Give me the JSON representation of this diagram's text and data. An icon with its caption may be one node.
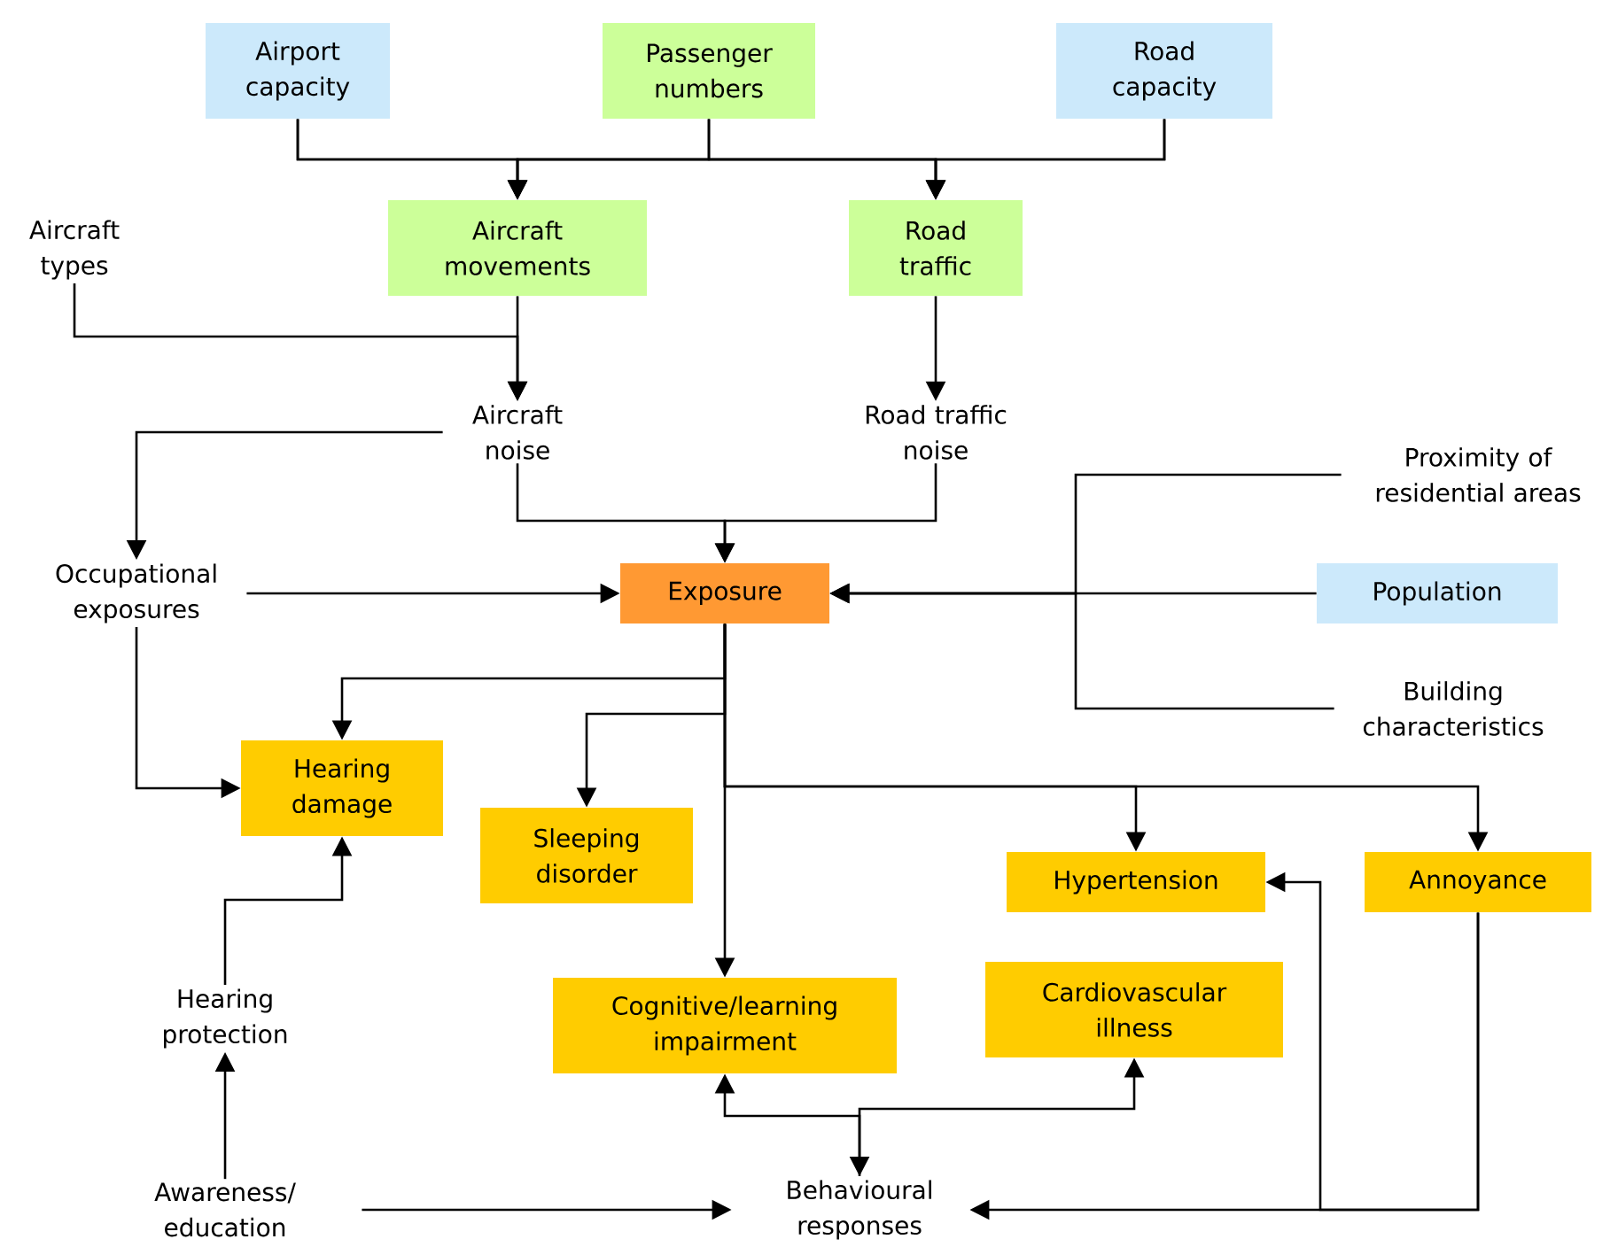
{
  "diagram": {
    "nodes": [
      {
        "text": [
          "Airport capacity"
        ]
      },
      {
        "text": [
          "Passenger numbers"
        ]
      },
      {
        "text": [
          "Road capacity"
        ]
      },
      {
        "text": [
          "Aircraft types"
        ]
      },
      {
        "text": [
          "Aircraft movements"
        ]
      },
      {
        "text": [
          "Road traffic"
        ]
      },
      {
        "text": [
          "Aircraft noise"
        ]
      },
      {
        "text": [
          "Road traffic noise"
        ]
      },
      {
        "text": [
          "Proximity of residential areas"
        ]
      },
      {
        "text": [
          "Occupational exposures"
        ]
      },
      {
        "text": [
          "Exposure"
        ]
      },
      {
        "text": [
          "Population"
        ]
      },
      {
        "text": [
          "Building characteristics"
        ]
      },
      {
        "text": [
          "Hearing damage"
        ]
      },
      {
        "text": [
          "Sleeping disorder"
        ]
      },
      {
        "text": [
          "Hypertension"
        ]
      },
      {
        "text": [
          "Annoyance"
        ]
      },
      {
        "text": [
          "Cognitive/learning impairment"
        ]
      },
      {
        "text": [
          "Cardiovascular illness"
        ]
      },
      {
        "text": [
          "Hearing protection"
        ]
      },
      {
        "text": [
          "Awareness/ education"
        ]
      },
      {
        "text": [
          "Behavioural responses"
        ]
      }
    ],
    "edges": [
      {
        "from": 0,
        "to": 4,
        "arrow": "to"
      },
      {
        "from": 0,
        "to": 5,
        "arrow": "to"
      },
      {
        "from": 1,
        "to": 4,
        "arrow": "to"
      },
      {
        "from": 1,
        "to": 5,
        "arrow": "to"
      },
      {
        "from": 2,
        "to": 4,
        "arrow": "to"
      },
      {
        "from": 2,
        "to": 5,
        "arrow": "to"
      },
      {
        "from": 3,
        "to": 6,
        "arrow": "to"
      },
      {
        "from": 4,
        "to": 6,
        "arrow": "to"
      },
      {
        "from": 5,
        "to": 7,
        "arrow": "to"
      },
      {
        "from": 6,
        "to": 10,
        "arrow": "to"
      },
      {
        "from": 7,
        "to": 10,
        "arrow": "to"
      },
      {
        "from": 6,
        "to": 9,
        "arrow": "to"
      },
      {
        "from": 9,
        "to": 10,
        "arrow": "to"
      },
      {
        "from": 8,
        "to": 10,
        "arrow": "to"
      },
      {
        "from": 11,
        "to": 10,
        "arrow": "to"
      },
      {
        "from": 12,
        "to": 10,
        "arrow": "to"
      },
      {
        "from": 9,
        "to": 13,
        "arrow": "to"
      },
      {
        "from": 10,
        "to": 13,
        "arrow": "to"
      },
      {
        "from": 10,
        "to": 14,
        "arrow": "to"
      },
      {
        "from": 10,
        "to": 15,
        "arrow": "to"
      },
      {
        "from": 10,
        "to": 16,
        "arrow": "to"
      },
      {
        "from": 10,
        "to": 17,
        "arrow": "to"
      },
      {
        "from": 19,
        "to": 13,
        "arrow": "to"
      },
      {
        "from": 20,
        "to": 19,
        "arrow": "to"
      },
      {
        "from": 20,
        "to": 21,
        "arrow": "to"
      },
      {
        "from": 17,
        "to": 21,
        "arrow": "both"
      },
      {
        "from": 21,
        "to": 18,
        "arrow": "to"
      },
      {
        "from": 16,
        "to": 21,
        "arrow": "to"
      },
      {
        "from": 16,
        "to": 15,
        "arrow": "to"
      }
    ]
  }
}
